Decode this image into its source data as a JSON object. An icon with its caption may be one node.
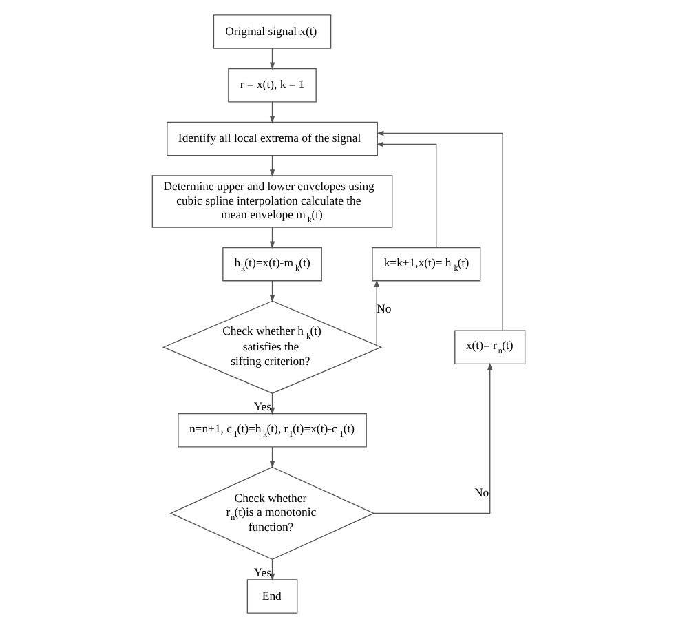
{
  "diagram": {
    "nodes": [
      {
        "text": [
          "Original signal x(t)"
        ]
      },
      {
        "text": [
          "r = x(t), k = 1"
        ]
      },
      {
        "text": [
          "Identify all local extrema of the signal"
        ]
      },
      {
        "text": [
          "Determine upper and lower envelopes using cubic spline interpolation calculate the mean envelope m$_{k}$(t)"
        ]
      },
      {
        "text": [
          "h$_{k}$(t)=x(t)-m$_{k}$(t)"
        ]
      },
      {
        "text": [
          "Check whether h$_{k}$(t) satisfies the sifting criterion?"
        ]
      },
      {
        "text": [
          "k=k+1,x(t)= h$_{k}$(t)"
        ]
      },
      {
        "text": [
          "n=n+1, c$_{1}$(t)=h$_{k}$(t), r$_{1}$(t)=x(t)-c$_{1}$(t)"
        ]
      },
      {
        "text": [
          "Check whether r$_{n}$(t)is a monotonic function?"
        ]
      },
      {
        "text": [
          "x(t)= r$_{n}$(t)"
        ]
      },
      {
        "text": [
          "End"
        ]
      }
    ],
    "edges": [
      {
        "from": 0,
        "to": 1,
        "arrow": "to"
      },
      {
        "from": 1,
        "to": 2,
        "arrow": "to"
      },
      {
        "from": 2,
        "to": 3,
        "arrow": "to"
      },
      {
        "from": 3,
        "to": 4,
        "arrow": "to"
      },
      {
        "from": 4,
        "to": 5,
        "arrow": "to"
      },
      {
        "from": 5,
        "to": 6,
        "arrow": "to",
        "label": "No"
      },
      {
        "from": 6,
        "to": 2,
        "arrow": "to"
      },
      {
        "from": 5,
        "to": 7,
        "arrow": "to",
        "label": "Yes"
      },
      {
        "from": 7,
        "to": 8,
        "arrow": "to"
      },
      {
        "from": 8,
        "to": 9,
        "arrow": "to",
        "label": "No"
      },
      {
        "from": 9,
        "to": 2,
        "arrow": "to"
      },
      {
        "from": 8,
        "to": 10,
        "arrow": "to",
        "label": "Yes"
      }
    ]
  }
}
